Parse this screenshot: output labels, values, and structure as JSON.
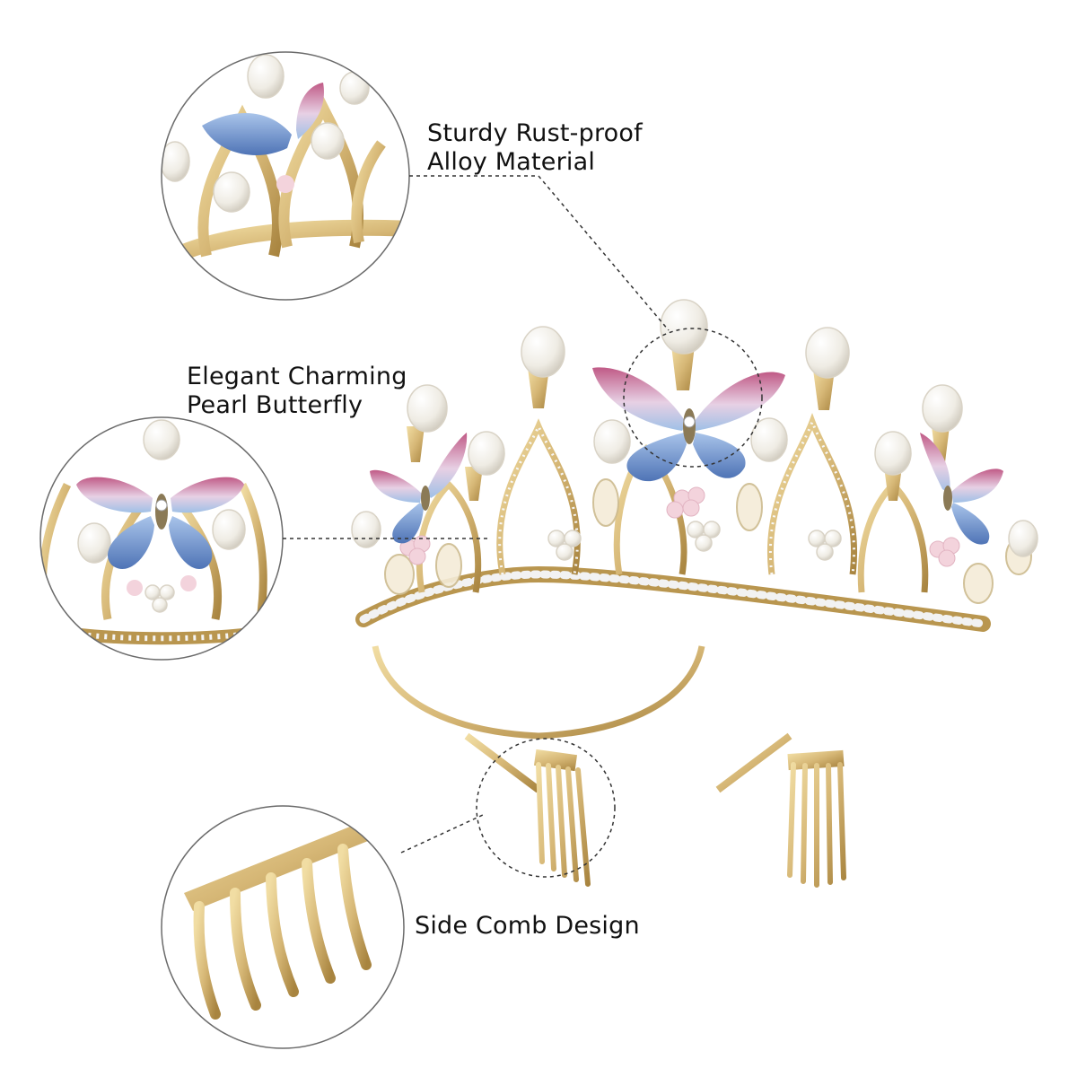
{
  "callouts": {
    "alloy": {
      "line1": "Sturdy Rust-proof",
      "line2": "Alloy Material",
      "icon": "magnified-crown-top-icon"
    },
    "butterfly": {
      "line1": "Elegant Charming",
      "line2": "Pearl Butterfly",
      "icon": "magnified-butterfly-icon"
    },
    "comb": {
      "line1": "Side Comb Design",
      "icon": "magnified-comb-icon"
    }
  },
  "colors": {
    "gold": "#d6b776",
    "gold_dark": "#a8843f",
    "pearl": "#f4f1ea",
    "butterfly_pink": "#c05a86",
    "butterfly_blue": "#5f86c2",
    "background": "#ffffff",
    "leader_line": "#333333"
  }
}
